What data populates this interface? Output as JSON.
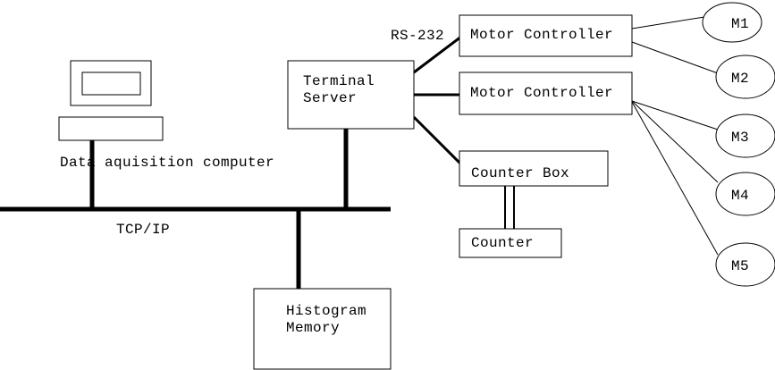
{
  "diagram": {
    "title_implicit": "Data acquisition system diagram",
    "colors": {
      "stroke": "#000000",
      "background": "#ffffff",
      "text": "#000000"
    },
    "labels": {
      "computer_caption": "Data aquisition computer",
      "bus": "TCP/IP",
      "serial_link": "RS-232",
      "terminal_server_line1": "Terminal",
      "terminal_server_line2": "Server",
      "motor_controller_1": "Motor Controller",
      "motor_controller_2": "Motor Controller",
      "counter_box": "Counter Box",
      "counter": "Counter",
      "histogram_line1": "Histogram",
      "histogram_line2": "Memory"
    },
    "motors": [
      "M1",
      "M2",
      "M3",
      "M4",
      "M5"
    ]
  }
}
